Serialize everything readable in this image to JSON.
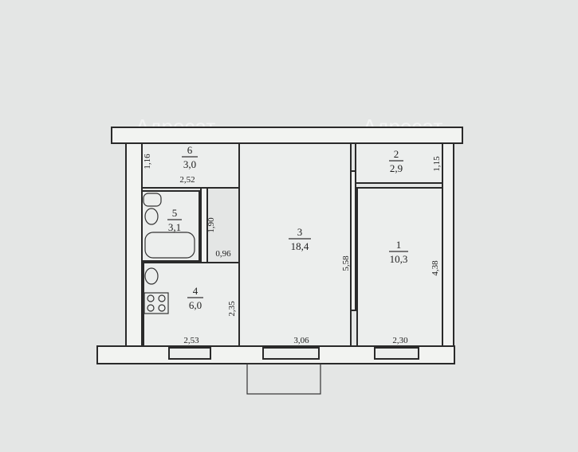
{
  "watermark": "Адресат",
  "rooms": [
    {
      "number": "1",
      "area": "10,3"
    },
    {
      "number": "2",
      "area": "2,9"
    },
    {
      "number": "3",
      "area": "18,4"
    },
    {
      "number": "4",
      "area": "6,0"
    },
    {
      "number": "5",
      "area": "3,1"
    },
    {
      "number": "6",
      "area": "3,0"
    }
  ],
  "dimensions": {
    "d116": "1,16",
    "d252": "2,52",
    "d190": "1,90",
    "d096": "0,96",
    "d235": "2,35",
    "d253": "2,53",
    "d306": "3,06",
    "d558": "5,58",
    "d115": "1,15",
    "d438": "4,38",
    "d230": "2,30"
  },
  "colors": {
    "paper": "#e4e6e5",
    "line": "#2a2a2a"
  }
}
